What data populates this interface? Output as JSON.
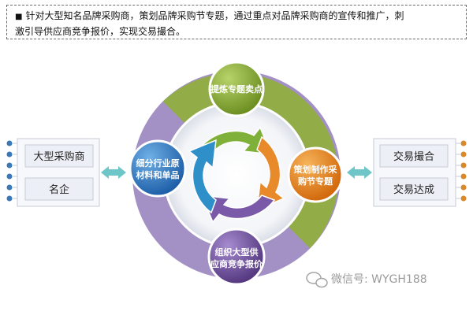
{
  "header": {
    "bullet": "■",
    "line1": "针对大型知名品牌采购商，策划品牌采购节专题，通过重点对品牌采购商的宣传和推广，刺",
    "line2": "激引导供应商竞争报价，实现交易撮合。"
  },
  "nodes": {
    "top": [
      "提炼专题卖点"
    ],
    "right": [
      "策划制作采",
      "购节专题"
    ],
    "bottom": [
      "组织大型供",
      "应商竞争报价"
    ],
    "left": [
      "细分行业原",
      "材料和单品"
    ]
  },
  "left_panel": {
    "items": [
      "大型采购商",
      "名企"
    ]
  },
  "right_panel": {
    "items": [
      "交易撮合",
      "交易达成"
    ]
  },
  "watermark": "微信号: WYGH188",
  "colors": {
    "ring_green": "#8aa63d",
    "ring_purple": "#9a86b8",
    "node_green": "#7a9a2a",
    "node_orange": "#e07a1a",
    "node_purple": "#6a4c93",
    "node_blue": "#2a6fb8",
    "arrow_green": "#7fb03a",
    "arrow_orange": "#e98a2a",
    "arrow_purple": "#7a5aa8",
    "arrow_blue": "#2f8fc8",
    "box_bg": "#eceff6",
    "box_border": "#c7cbd6",
    "dot_blue": "#3a78b8",
    "dot_orange": "#d9892a",
    "connector_teal": "#6fc6c8"
  }
}
